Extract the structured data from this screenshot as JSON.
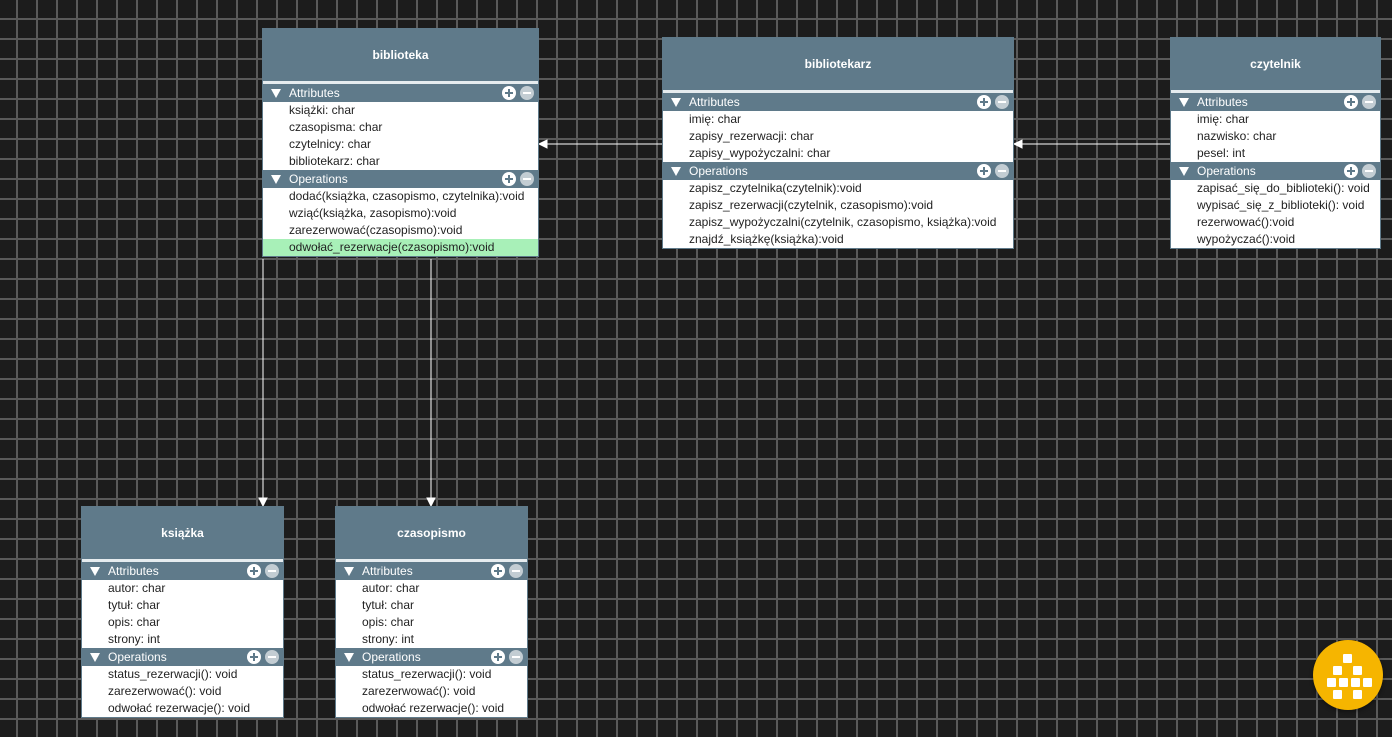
{
  "classes": {
    "biblioteka": {
      "name": "biblioteka",
      "attributes_label": "Attributes",
      "attributes": [
        "książki: char",
        "czasopisma: char",
        "czytelnicy: char",
        "bibliotekarz: char"
      ],
      "operations_label": "Operations",
      "operations": [
        "dodać(książka, czasopismo, czytelnika):void",
        "wziąć(książka, zasopismo):void",
        "zarezerwować(czasopismo):void",
        "odwołać_rezerwacje(czasopismo):void"
      ],
      "selected_operation": "odwołać_rezerwacje(czasopismo):void"
    },
    "bibliotekarz": {
      "name": "bibliotekarz",
      "attributes_label": "Attributes",
      "attributes": [
        "imię: char",
        "zapisy_rezerwacji: char",
        "zapisy_wypożyczalni: char"
      ],
      "operations_label": "Operations",
      "operations": [
        "zapisz_czytelnika(czytelnik):void",
        "zapisz_rezerwacji(czytelnik, czasopismo):void",
        "zapisz_wypożyczalni(czytelnik, czasopismo, książka):void",
        "znajdź_książkę(książka):void"
      ]
    },
    "czytelnik": {
      "name": "czytelnik",
      "attributes_label": "Attributes",
      "attributes": [
        "imię: char",
        "nazwisko: char",
        "pesel: int"
      ],
      "operations_label": "Operations",
      "operations": [
        "zapisać_się_do_biblioteki(): void",
        "wypisać_się_z_biblioteki(): void",
        "rezerwować():void",
        "wypożyczać():void"
      ]
    },
    "ksiazka": {
      "name": "książka",
      "attributes_label": "Attributes",
      "attributes": [
        "autor: char",
        "tytuł: char",
        "opis: char",
        "strony: int"
      ],
      "operations_label": "Operations",
      "operations": [
        "status_rezerwacji(): void",
        "zarezerwować(): void",
        "odwołać rezerwacje(): void"
      ]
    },
    "czasopismo": {
      "name": "czasopismo",
      "attributes_label": "Attributes",
      "attributes": [
        "autor: char",
        "tytuł: char",
        "opis: char",
        "strony: int"
      ],
      "operations_label": "Operations",
      "operations": [
        "status_rezerwacji(): void",
        "zarezerwować(): void",
        "odwołać rezerwacje(): void"
      ]
    }
  },
  "colors": {
    "header": "#5f7a8a",
    "selected_row": "#a8f0b8",
    "canvas": "#1c1c1c",
    "grid": "#5a5a5a",
    "fab": "#f6b500"
  },
  "fab": {
    "icon": "grid-menu-icon"
  }
}
